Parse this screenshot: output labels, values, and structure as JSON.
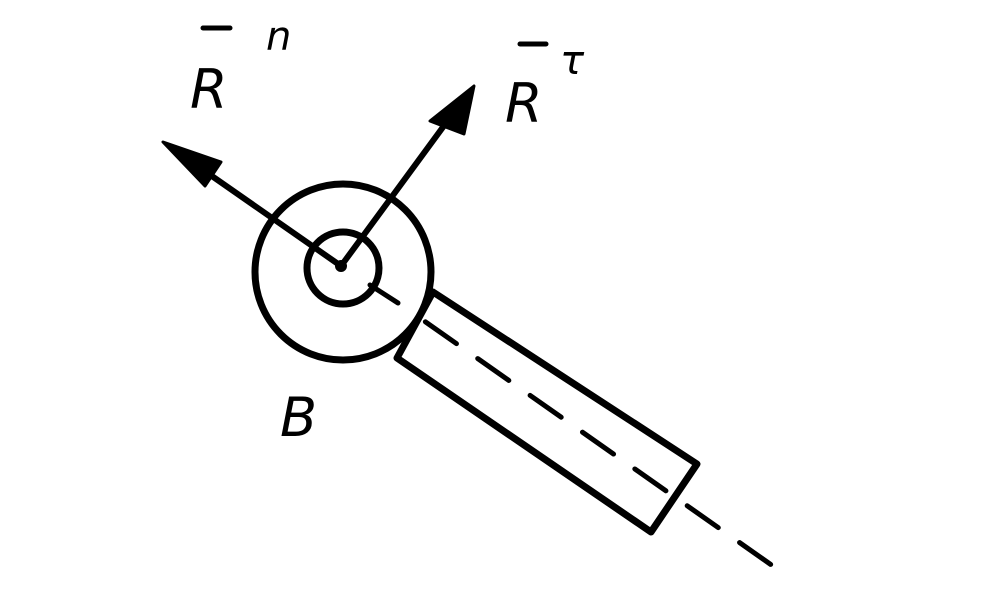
{
  "labels": {
    "rn_main": "R",
    "rn_sup": "n",
    "rt_main": "R",
    "rt_sup": "τ",
    "point": "B"
  },
  "colors": {
    "ink": "#000000",
    "background": "#ffffff"
  }
}
